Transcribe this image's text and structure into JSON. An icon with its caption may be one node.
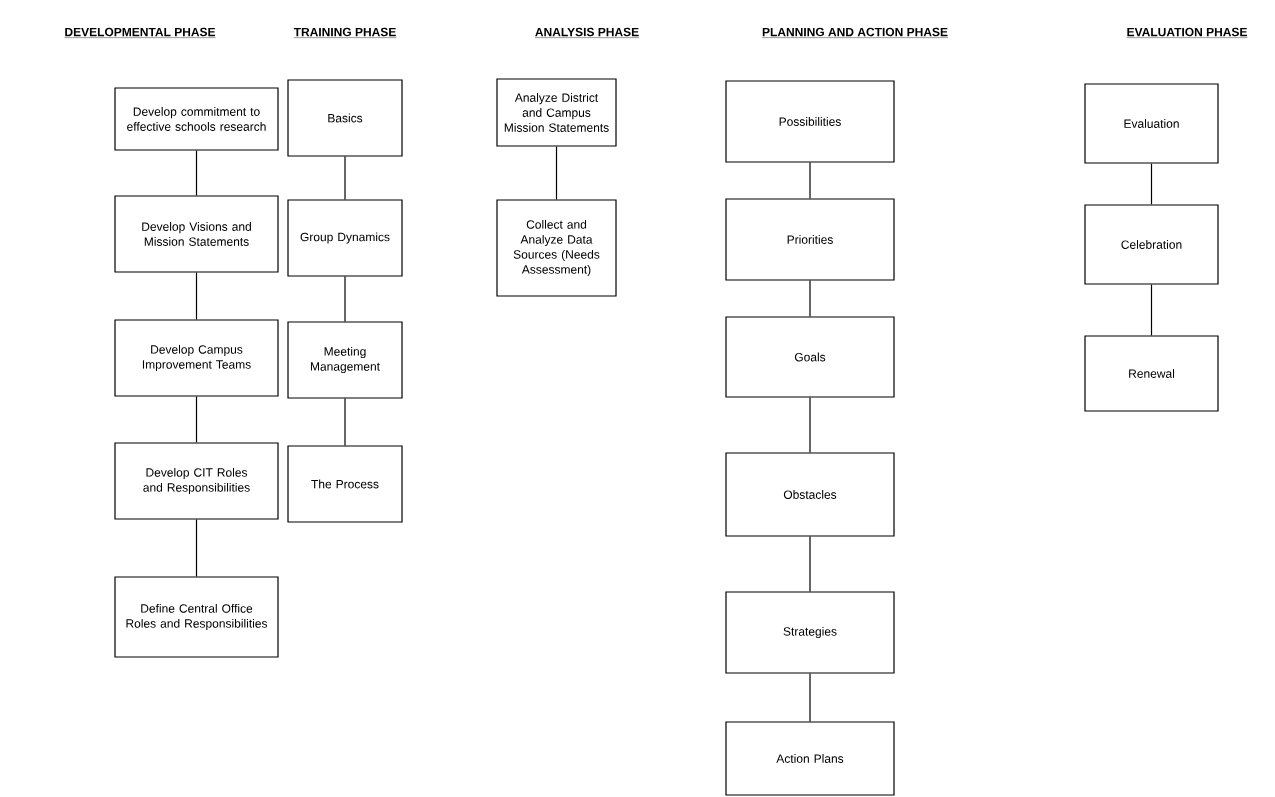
{
  "diagram": {
    "nodes": [
      {
        "text": [
          "Develop commitment to effective schools research"
        ]
      },
      {
        "text": [
          "Develop Visions and Mission Statements"
        ]
      },
      {
        "text": [
          "Develop Campus Improvement Teams"
        ]
      },
      {
        "text": [
          "Develop CIT Roles and Responsibilities"
        ]
      },
      {
        "text": [
          "Define Central Office Roles and Responsibilities"
        ]
      },
      {
        "text": [
          "Basics"
        ]
      },
      {
        "text": [
          "Group Dynamics"
        ]
      },
      {
        "text": [
          "Meeting Management"
        ]
      },
      {
        "text": [
          "The Process"
        ]
      },
      {
        "text": [
          "Analyze District and Campus Mission Statements"
        ]
      },
      {
        "text": [
          "Collect and Analyze Data Sources (Needs Assessment)"
        ]
      },
      {
        "text": [
          "Possibilities"
        ]
      },
      {
        "text": [
          "Priorities"
        ]
      },
      {
        "text": [
          "Goals"
        ]
      },
      {
        "text": [
          "Obstacles"
        ]
      },
      {
        "text": [
          "Strategies"
        ]
      },
      {
        "text": [
          "Action Plans"
        ]
      },
      {
        "text": [
          "Evaluation"
        ]
      },
      {
        "text": [
          "Celebration"
        ]
      },
      {
        "text": [
          "Renewal"
        ]
      }
    ],
    "edges": [
      {
        "from": 0,
        "to": 1,
        "arrow": "none"
      },
      {
        "from": 1,
        "to": 2,
        "arrow": "none"
      },
      {
        "from": 2,
        "to": 3,
        "arrow": "none"
      },
      {
        "from": 3,
        "to": 4,
        "arrow": "none"
      },
      {
        "from": 5,
        "to": 6,
        "arrow": "none"
      },
      {
        "from": 6,
        "to": 7,
        "arrow": "none"
      },
      {
        "from": 7,
        "to": 8,
        "arrow": "none"
      },
      {
        "from": 9,
        "to": 10,
        "arrow": "none"
      },
      {
        "from": 11,
        "to": 12,
        "arrow": "none"
      },
      {
        "from": 12,
        "to": 13,
        "arrow": "none"
      },
      {
        "from": 13,
        "to": 14,
        "arrow": "none"
      },
      {
        "from": 14,
        "to": 15,
        "arrow": "none"
      },
      {
        "from": 15,
        "to": 16,
        "arrow": "none"
      },
      {
        "from": 17,
        "to": 18,
        "arrow": "none"
      },
      {
        "from": 18,
        "to": 19,
        "arrow": "none"
      }
    ],
    "labels": [
      "DEVELOPMENTAL PHASE",
      "TRAINING PHASE",
      "ANALYSIS PHASE",
      "PLANNING AND ACTION PHASE",
      "EVALUATION PHASE"
    ]
  }
}
